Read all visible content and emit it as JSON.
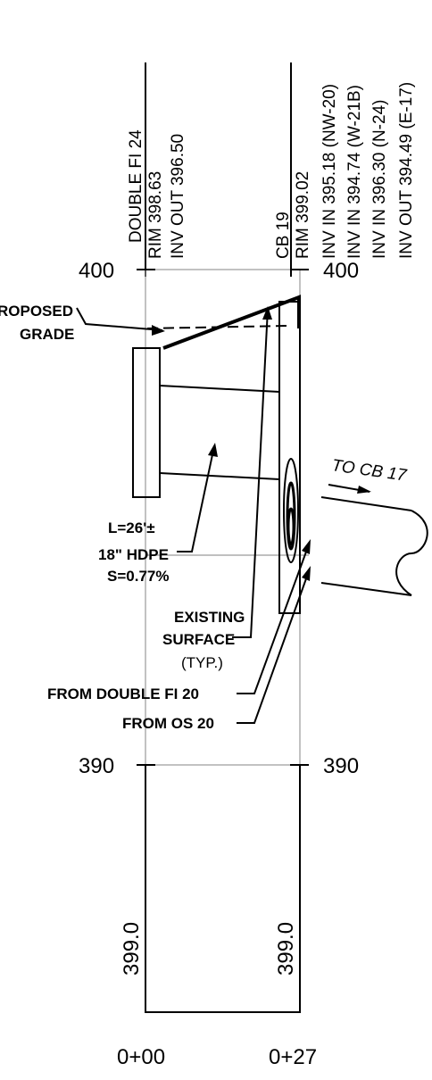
{
  "structures": {
    "left": {
      "name": "DOUBLE FI 24",
      "rim": "RIM 398.63",
      "inv_out": "INV OUT 396.50"
    },
    "right": {
      "name": "CB 19",
      "rim": "RIM 399.02",
      "inv_lines": [
        "INV IN 395.18 (NW-20)",
        "INV IN 394.74 (W-21B)",
        "INV IN 396.30 (N-24)",
        "INV OUT 394.49 (E-17)"
      ]
    }
  },
  "elevations": {
    "left_top": "400",
    "right_top": "400",
    "left_bottom": "390",
    "right_bottom": "390"
  },
  "labels": {
    "proposed_grade_line1": "ROPOSED",
    "proposed_grade_line2": "GRADE",
    "to_cb": "TO CB 17",
    "pipe_length": "L=26'±",
    "pipe_material": "18\" HDPE",
    "pipe_slope": "S=0.77%",
    "existing_line1": "EXISTING",
    "existing_line2": "SURFACE",
    "existing_line3": "(TYP.)",
    "from_double": "FROM DOUBLE FI 20",
    "from_os": "FROM OS 20"
  },
  "ground_elevations": {
    "left": "399.0",
    "right": "399.0"
  },
  "stations": {
    "left": "0+00",
    "right": "0+27"
  }
}
